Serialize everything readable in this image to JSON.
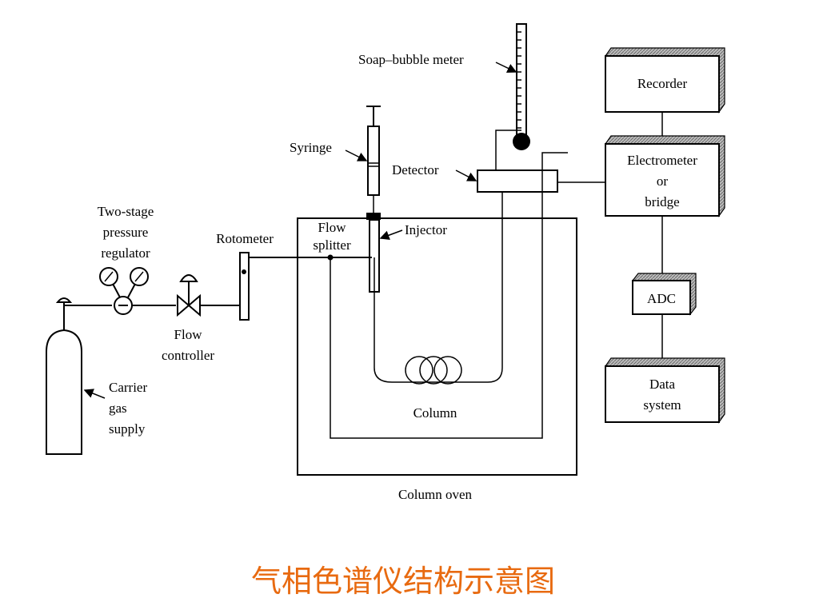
{
  "title": "气相色谱仪结构示意图",
  "colors": {
    "title": "#e86a10",
    "line": "#000000",
    "box_shadow": "#9a9a9a",
    "background": "#ffffff"
  },
  "labels": {
    "soap_bubble_meter": "Soap–bubble meter",
    "recorder": "Recorder",
    "syringe": "Syringe",
    "detector": "Detector",
    "electrometer_line1": "Electrometer",
    "electrometer_line2": "or",
    "electrometer_line3": "bridge",
    "regulator_line1": "Two-stage",
    "regulator_line2": "pressure",
    "regulator_line3": "regulator",
    "rotometer": "Rotometer",
    "flow_splitter_line1": "Flow",
    "flow_splitter_line2": "splitter",
    "injector": "Injector",
    "adc": "ADC",
    "flow_controller_line1": "Flow",
    "flow_controller_line2": "controller",
    "carrier_line1": "Carrier",
    "carrier_line2": "gas",
    "carrier_line3": "supply",
    "data_system_line1": "Data",
    "data_system_line2": "system",
    "column": "Column",
    "column_oven": "Column oven"
  },
  "icons": {
    "gauge": "pressure-gauge-icon",
    "valve": "flow-valve-icon",
    "cylinder": "gas-cylinder-icon"
  }
}
